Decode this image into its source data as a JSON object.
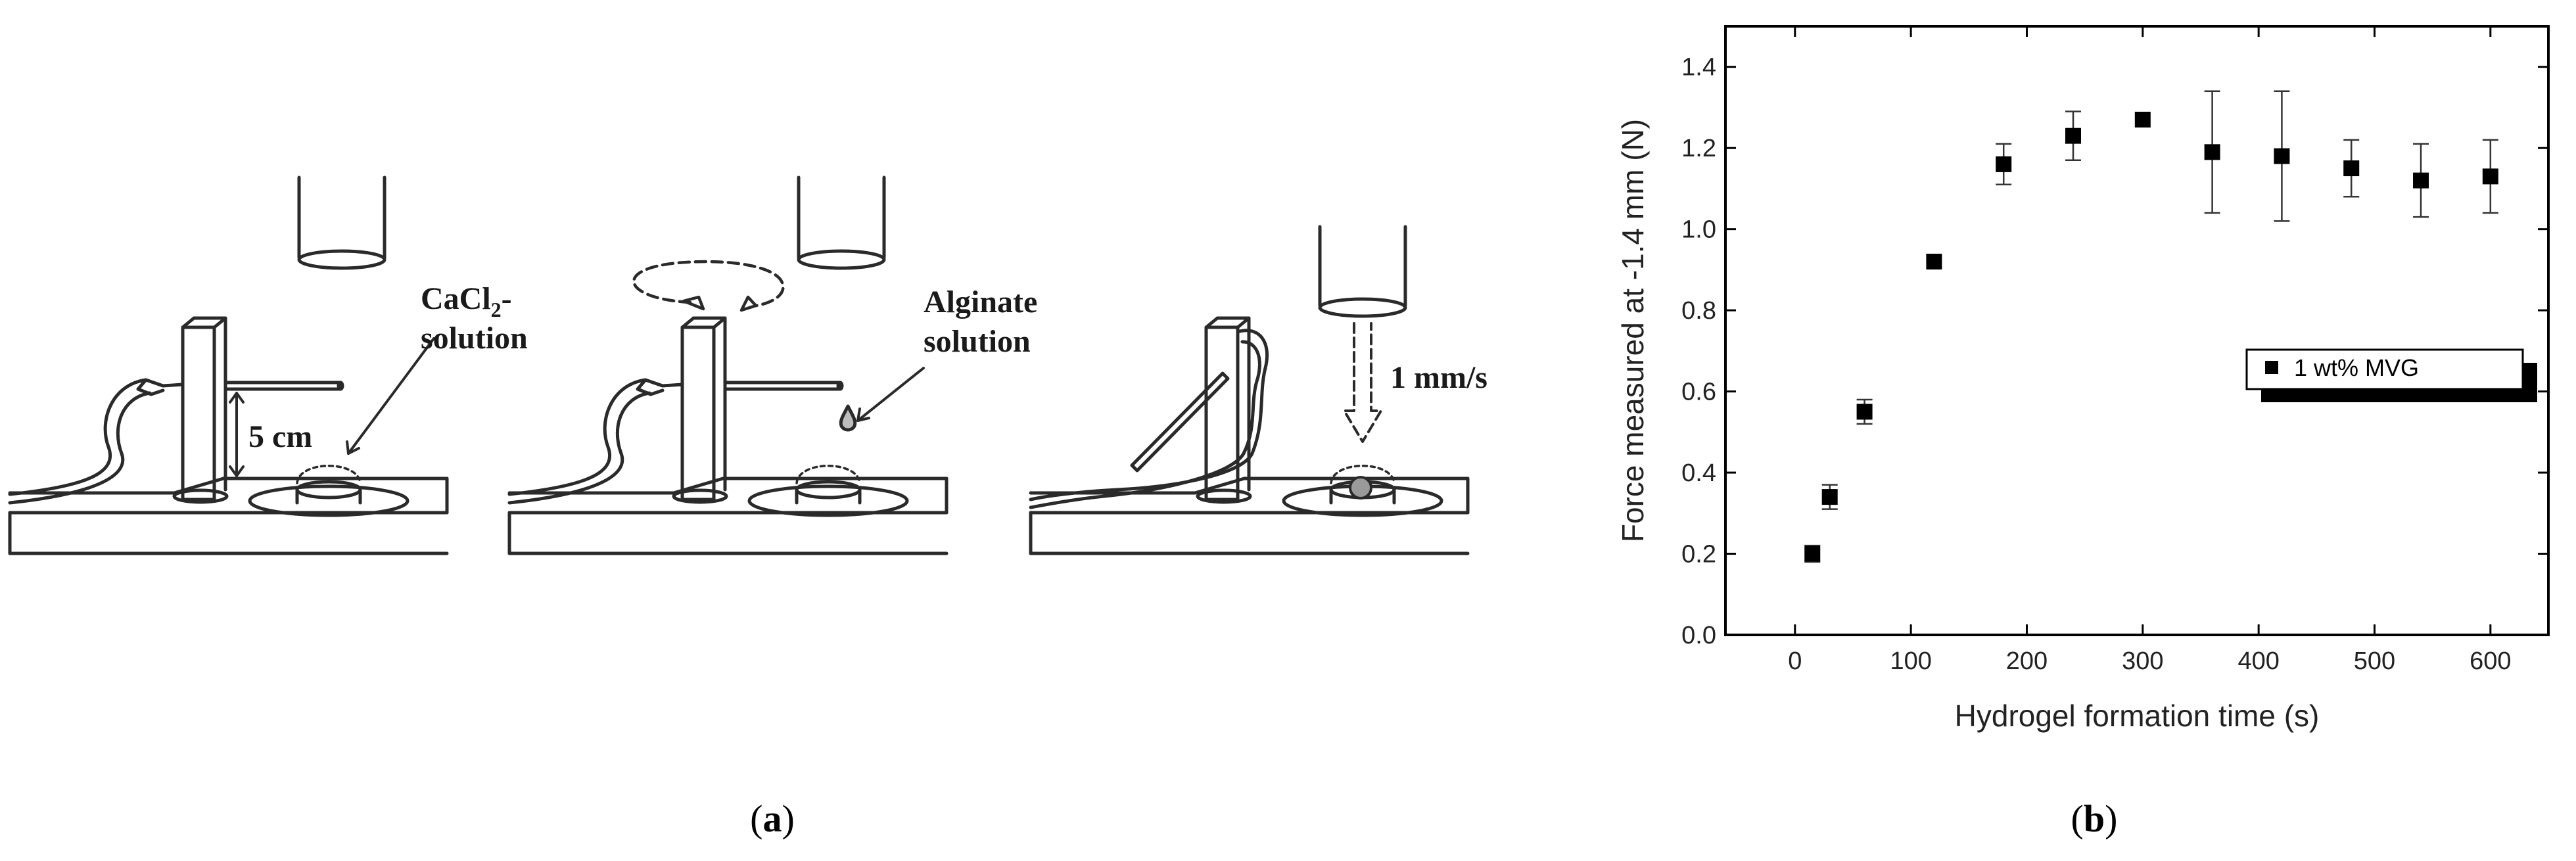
{
  "panel_a": {
    "caption": {
      "open": "(",
      "letter": "a",
      "close": ")"
    },
    "labels": {
      "cacl2_main": "CaCl",
      "cacl2_sub": "2",
      "cacl2_dash": "-",
      "cacl2_line2": "solution",
      "distance": "5 cm",
      "alginate_line1": "Alginate",
      "alginate_line2": "solution",
      "speed": "1 mm/s"
    }
  },
  "panel_b": {
    "caption": {
      "open": "(",
      "letter": "b",
      "close": ")"
    }
  },
  "chart_data": {
    "type": "scatter",
    "xlabel": "Hydrogel formation time (s)",
    "ylabel": "Force measured at -1.4 mm (N)",
    "xlim": [
      -60,
      650
    ],
    "ylim": [
      0.0,
      1.5
    ],
    "xticks": [
      0,
      100,
      200,
      300,
      400,
      500,
      600
    ],
    "yticks": [
      0.0,
      0.2,
      0.4,
      0.6,
      0.8,
      1.0,
      1.2,
      1.4
    ],
    "xtick_labels": [
      "0",
      "100",
      "200",
      "300",
      "400",
      "500",
      "600"
    ],
    "ytick_labels": [
      "0.0",
      "0.2",
      "0.4",
      "0.6",
      "0.8",
      "1.0",
      "1.2",
      "1.4"
    ],
    "grid": false,
    "legend": {
      "position": "center-right",
      "entries": [
        "1 wt% MVG"
      ]
    },
    "series": [
      {
        "name": "1 wt% MVG",
        "marker": "square",
        "color": "#000000",
        "x": [
          15,
          30,
          60,
          120,
          180,
          240,
          300,
          360,
          420,
          480,
          540,
          600
        ],
        "y": [
          0.2,
          0.34,
          0.55,
          0.92,
          1.16,
          1.23,
          1.27,
          1.19,
          1.18,
          1.15,
          1.12,
          1.13
        ],
        "error": [
          0.02,
          0.03,
          0.03,
          0.0,
          0.05,
          0.06,
          0.0,
          0.15,
          0.16,
          0.07,
          0.09,
          0.09
        ]
      }
    ]
  }
}
